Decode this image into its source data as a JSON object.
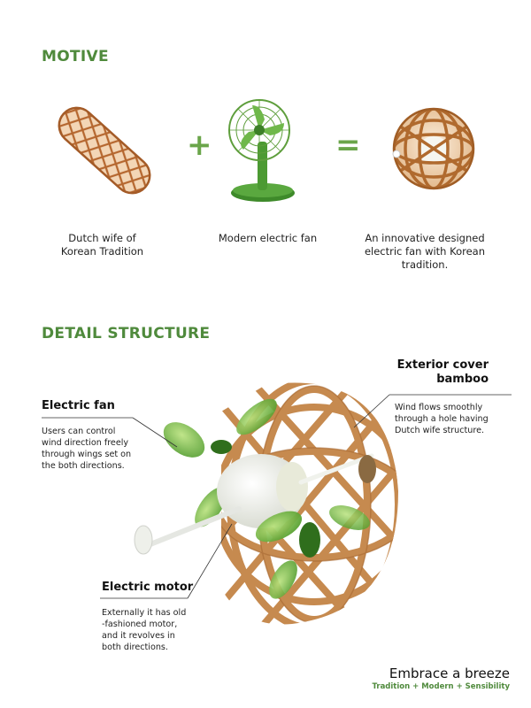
{
  "motive": {
    "title": "MOTIVE",
    "plus": "+",
    "equals": "=",
    "items": [
      {
        "caption_l1": "Dutch wife of",
        "caption_l2": "Korean Tradition"
      },
      {
        "caption_l1": "Modern electric fan"
      },
      {
        "caption_l1": "An innovative designed",
        "caption_l2": "electric fan with Korean",
        "caption_l3": "tradition."
      }
    ]
  },
  "detail": {
    "title": "DETAIL STRUCTURE",
    "exterior": {
      "title_l1": "Exterior cover",
      "title_l2": "bamboo",
      "body_l1": "Wind flows smoothly",
      "body_l2": "through a hole having",
      "body_l3": "Dutch wife structure."
    },
    "fan": {
      "title": "Electric fan",
      "body_l1": "Users can control",
      "body_l2": "wind direction freely",
      "body_l3": "through wings set on",
      "body_l4": "the both directions."
    },
    "motor": {
      "title": "Electric motor",
      "body_l1": "Externally it has old",
      "body_l2": "-fashioned motor,",
      "body_l3": "and it revolves in",
      "body_l4": "both directions."
    }
  },
  "footer": {
    "title": "Embrace a breeze",
    "tagline": "Tradition + Modern + Sensibility"
  },
  "colors": {
    "accent_green": "#4f8a3c",
    "bamboo": "#c98a4f",
    "fan_green": "#5e9e3c"
  }
}
